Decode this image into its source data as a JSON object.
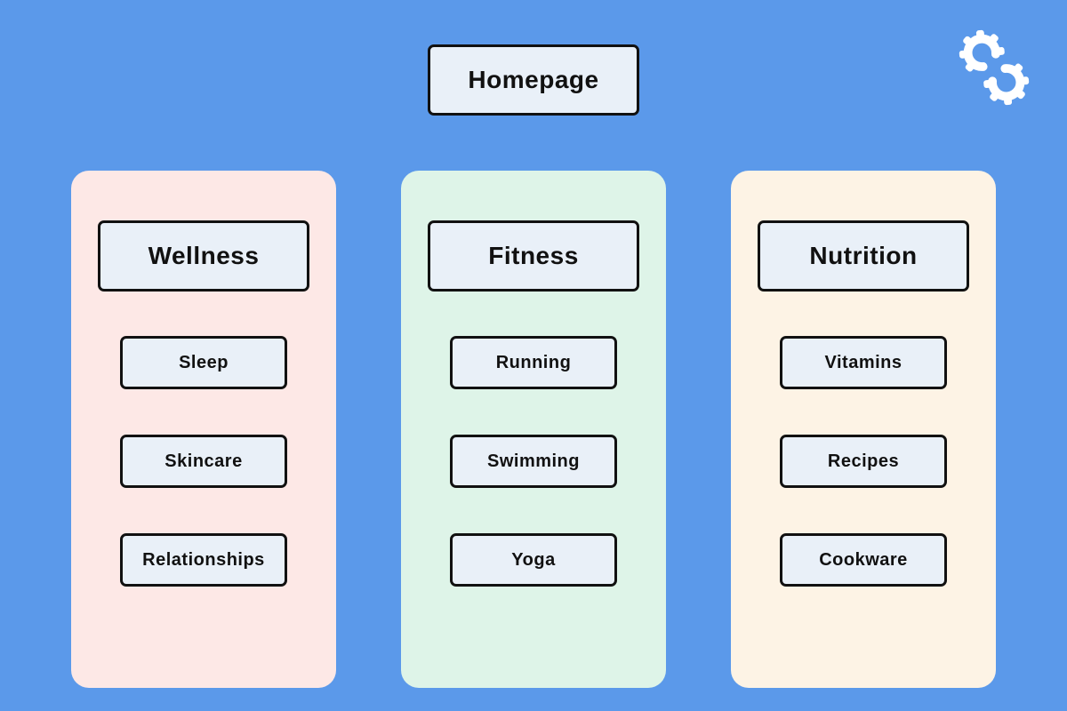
{
  "theme": {
    "background": "#5b99ea",
    "node_fill": "#e9f0f8",
    "node_border": "#111111",
    "text": "#111111",
    "logo_color": "#ffffff"
  },
  "homepage": {
    "label": "Homepage"
  },
  "logo": {
    "icon": "interlocking-gears"
  },
  "columns": [
    {
      "id": "wellness",
      "title": "Wellness",
      "card_color": "#fde8e6",
      "items": [
        "Sleep",
        "Skincare",
        "Relationships"
      ]
    },
    {
      "id": "fitness",
      "title": "Fitness",
      "card_color": "#def4e8",
      "items": [
        "Running",
        "Swimming",
        "Yoga"
      ]
    },
    {
      "id": "nutrition",
      "title": "Nutrition",
      "card_color": "#fdf3e5",
      "items": [
        "Vitamins",
        "Recipes",
        "Cookware"
      ]
    }
  ]
}
